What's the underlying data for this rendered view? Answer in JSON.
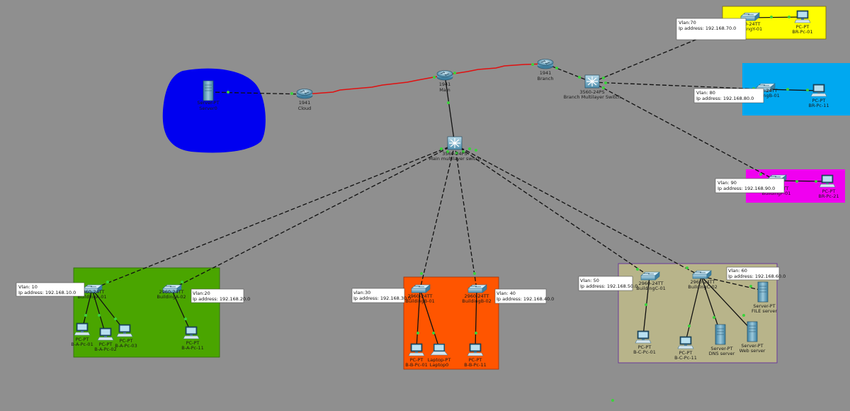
{
  "colors": {
    "background": "#8f8f8f",
    "cloud_area": "#0000f0",
    "yellow_area": "#ffff00",
    "cyan_area": "#00a8f0",
    "magenta_area": "#f000f0",
    "green_area": "#4aa500",
    "orange_area": "#ff5500",
    "khaki_area": "#b8b48a",
    "serial_link": "#e01010",
    "link": "#111111"
  },
  "notes": {
    "vlan10": {
      "line1": "Vlan: 10",
      "line2": "Ip address: 192.168.10.0"
    },
    "vlan20": {
      "line1": "Vlan:20",
      "line2": "Ip address: 192.168.20.0"
    },
    "vlan30": {
      "line1": "vlan:30",
      "line2": "Ip address: 192.168.30.0"
    },
    "vlan40": {
      "line1": "Vlan: 40",
      "line2": "Ip address: 192.168.40.0"
    },
    "vlan50": {
      "line1": "Vlan: 50",
      "line2": "Ip address: 192.168.50.0"
    },
    "vlan60": {
      "line1": "Vlan: 60",
      "line2": "Ip address: 192.168.60.0"
    },
    "vlan70": {
      "line1": "Vlan:70",
      "line2": "Ip address: 192.168.70.0"
    },
    "vlan80": {
      "line1": "Vlan: 80",
      "line2": "Ip address: 192.168.80.0"
    },
    "vlan90": {
      "line1": "Vlan: 90",
      "line2": "Ip address: 192.168.90.0"
    }
  },
  "devices": {
    "server_isp": {
      "model": "Server-PT",
      "name": "Server0"
    },
    "router_cloud": {
      "model": "1941",
      "name": "Cloud"
    },
    "router_main": {
      "model": "1941",
      "name": "Main"
    },
    "router_branch": {
      "model": "1941",
      "name": "Branch"
    },
    "mls_main": {
      "model": "3560-24PS",
      "name": "Main multilayer switch"
    },
    "mls_branch": {
      "model": "3560-24PS",
      "name": "Branch Multilayer Switch"
    },
    "sw_y01": {
      "model": "2960-24TT",
      "name": "BuildingY-01"
    },
    "pc_br01": {
      "model": "PC-PT",
      "name": "BR-Pc-01"
    },
    "sw_b01": {
      "model": "2960-24TT",
      "name": "BuildingB-01"
    },
    "pc_br11": {
      "model": "PC-PT",
      "name": "BR-Pc-11"
    },
    "sw_p01": {
      "model": "2960-24TT",
      "name": "BuildingP-01"
    },
    "pc_br21": {
      "model": "PC-PT",
      "name": "BR-Pc-21"
    },
    "sw_a01": {
      "model": "2960-24TT",
      "name": "BuildingA-01"
    },
    "sw_a02": {
      "model": "2960-24TT",
      "name": "BuildingA-02"
    },
    "pc_ba01": {
      "model": "PC-PT",
      "name": "B-A-Pc-01"
    },
    "pc_ba02": {
      "model": "PC-PT",
      "name": "B-A-Pc-02"
    },
    "pc_ba03": {
      "model": "PC-PT",
      "name": "B-A-Pc-03"
    },
    "pc_ba11": {
      "model": "PC-PT",
      "name": "B-A-Pc-11"
    },
    "sw_b01b": {
      "model": "2960-24TT",
      "name": "BuildingB-01"
    },
    "sw_b02b": {
      "model": "2960-24TT",
      "name": "BuildingB-02"
    },
    "pc_bb01": {
      "model": "PC-PT",
      "name": "B-B-Pc-01"
    },
    "laptop0": {
      "model": "Laptop-PT",
      "name": "Laptop0"
    },
    "pc_bb11": {
      "model": "PC-PT",
      "name": "B-B-Pc-11"
    },
    "sw_c01": {
      "model": "2960-24TT",
      "name": "BuildingC-01"
    },
    "sw_c02": {
      "model": "2960-24TT",
      "name": "BuildingC-02"
    },
    "pc_bc01": {
      "model": "PC-PT",
      "name": "B-C-Pc-01"
    },
    "pc_bc11": {
      "model": "PC-PT",
      "name": "B-C-Pc-11"
    },
    "srv_dns": {
      "model": "Server-PT",
      "name": "DNS server"
    },
    "srv_web": {
      "model": "Server-PT",
      "name": "Web server"
    },
    "srv_file": {
      "model": "Server-PT",
      "name": "FILE server"
    }
  }
}
